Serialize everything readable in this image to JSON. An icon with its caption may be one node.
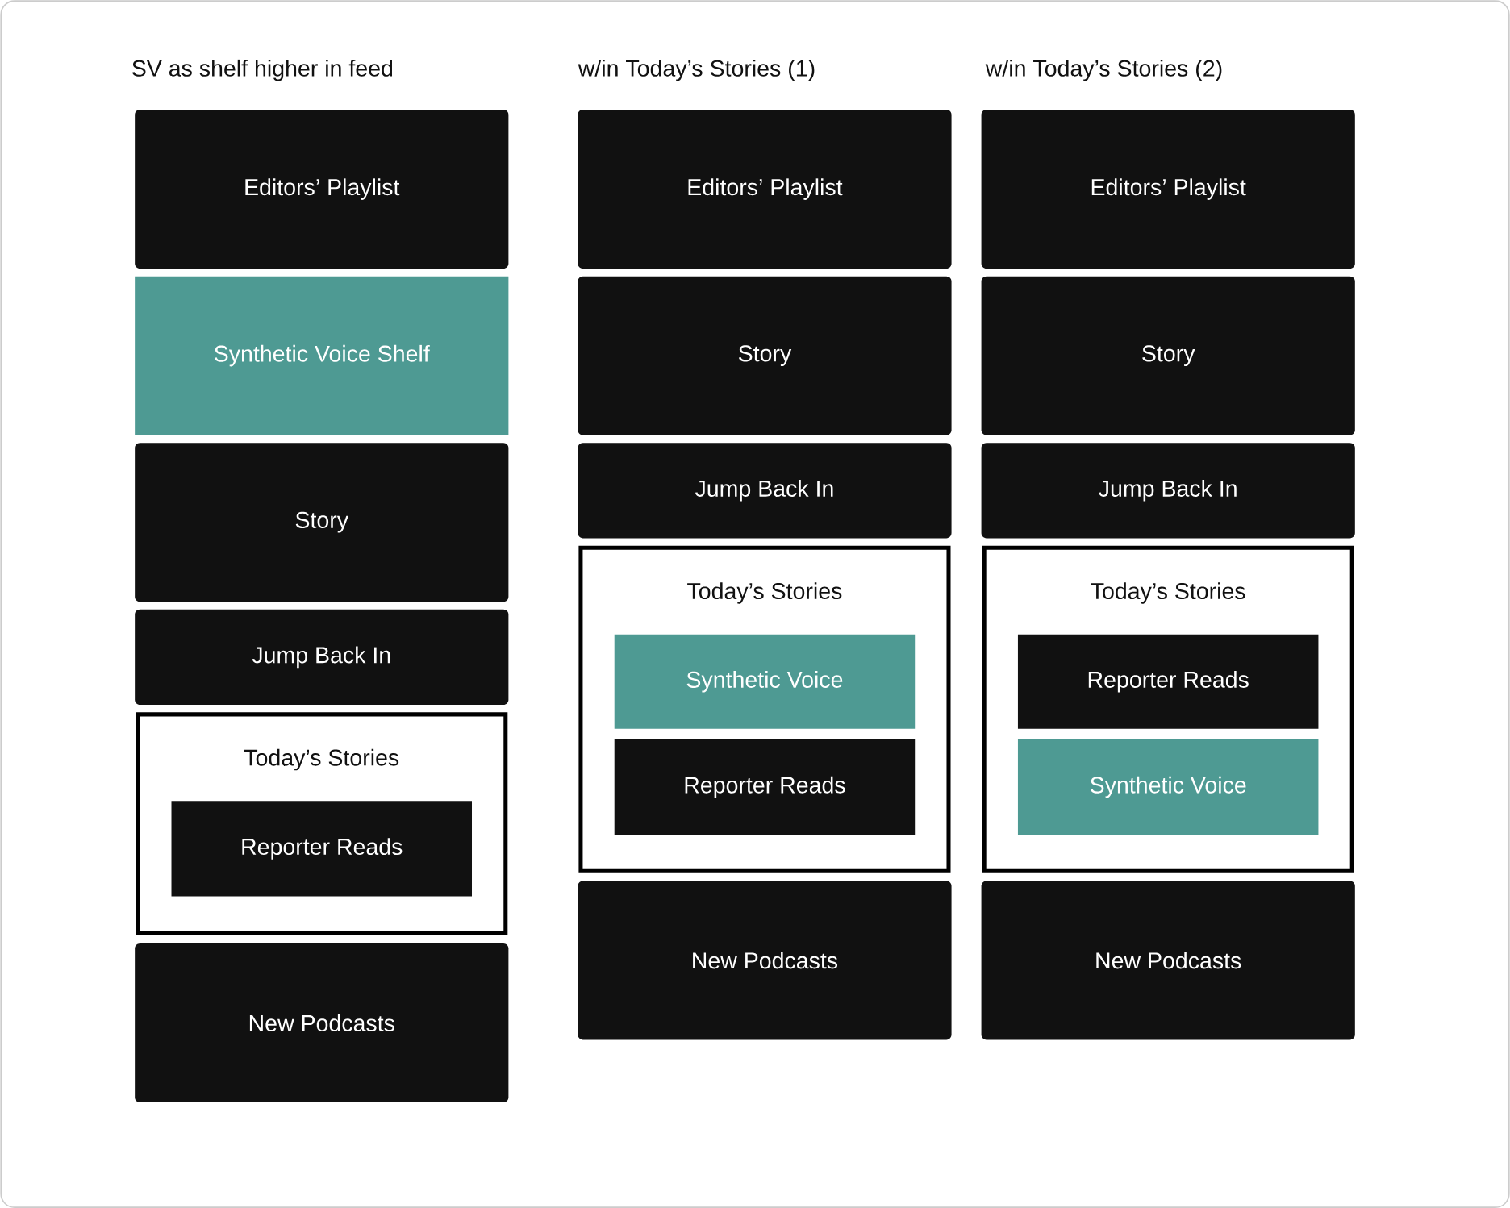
{
  "diagram": {
    "nodes": [
      {
        "text": [
          "Editors’ Playlist"
        ]
      },
      {
        "text": [
          "Synthetic Voice Shelf"
        ]
      },
      {
        "text": [
          "Story"
        ]
      },
      {
        "text": [
          "Jump Back In"
        ]
      },
      {
        "text": [
          "Today’s Stories"
        ]
      },
      {
        "text": [
          "Reporter Reads"
        ],
        "in": 4
      },
      {
        "text": [
          "New Podcasts"
        ]
      },
      {
        "text": [
          "Editors’ Playlist"
        ]
      },
      {
        "text": [
          "Story"
        ]
      },
      {
        "text": [
          "Jump Back In"
        ]
      },
      {
        "text": [
          "Today’s Stories"
        ]
      },
      {
        "text": [
          "Synthetic Voice"
        ],
        "in": 10
      },
      {
        "text": [
          "Reporter Reads"
        ],
        "in": 10
      },
      {
        "text": [
          "New Podcasts"
        ]
      },
      {
        "text": [
          "Editors’ Playlist"
        ]
      },
      {
        "text": [
          "Story"
        ]
      },
      {
        "text": [
          "Jump Back In"
        ]
      },
      {
        "text": [
          "Today’s Stories"
        ]
      },
      {
        "text": [
          "Reporter Reads"
        ],
        "in": 17
      },
      {
        "text": [
          "Synthetic Voice"
        ],
        "in": 17
      },
      {
        "text": [
          "New Podcasts"
        ]
      }
    ],
    "labels": [
      "SV as shelf higher in feed",
      "w/in Today’s Stories (1)",
      "w/in Today’s Stories (2)"
    ]
  }
}
